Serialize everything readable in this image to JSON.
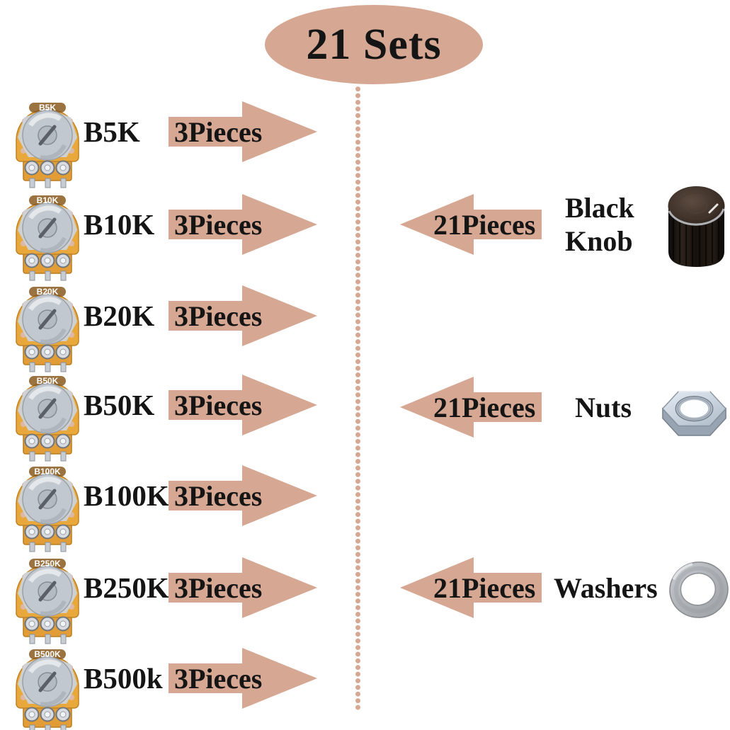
{
  "header": {
    "total_label": "21 Sets"
  },
  "colors": {
    "accent_tan": "#d6a792",
    "text": "#151515",
    "pot_orange": "#e8a83c",
    "metal_gray": "#c2c8cf",
    "knob_black": "#17110d"
  },
  "left_rows": [
    {
      "print": "B5K",
      "label": "B5K",
      "qty": "3Pieces"
    },
    {
      "print": "B10K",
      "label": "B10K",
      "qty": "3Pieces"
    },
    {
      "print": "B20K",
      "label": "B20K",
      "qty": "3Pieces"
    },
    {
      "print": "B50K",
      "label": "B50K",
      "qty": "3Pieces"
    },
    {
      "print": "B100K",
      "label": "B100K",
      "qty": "3Pieces"
    },
    {
      "print": "B250K",
      "label": "B250K",
      "qty": "3Pieces"
    },
    {
      "print": "B500K",
      "label": "B500k",
      "qty": "3Pieces"
    }
  ],
  "right_rows": [
    {
      "qty": "21Pieces",
      "label": "Black Knob",
      "lines": [
        "Black",
        "Knob"
      ],
      "item": "black-knob"
    },
    {
      "qty": "21Pieces",
      "label": "Nuts",
      "lines": [
        "Nuts"
      ],
      "item": "hex-nut"
    },
    {
      "qty": "21Pieces",
      "label": "Washers",
      "lines": [
        "Washers"
      ],
      "item": "washer"
    }
  ]
}
